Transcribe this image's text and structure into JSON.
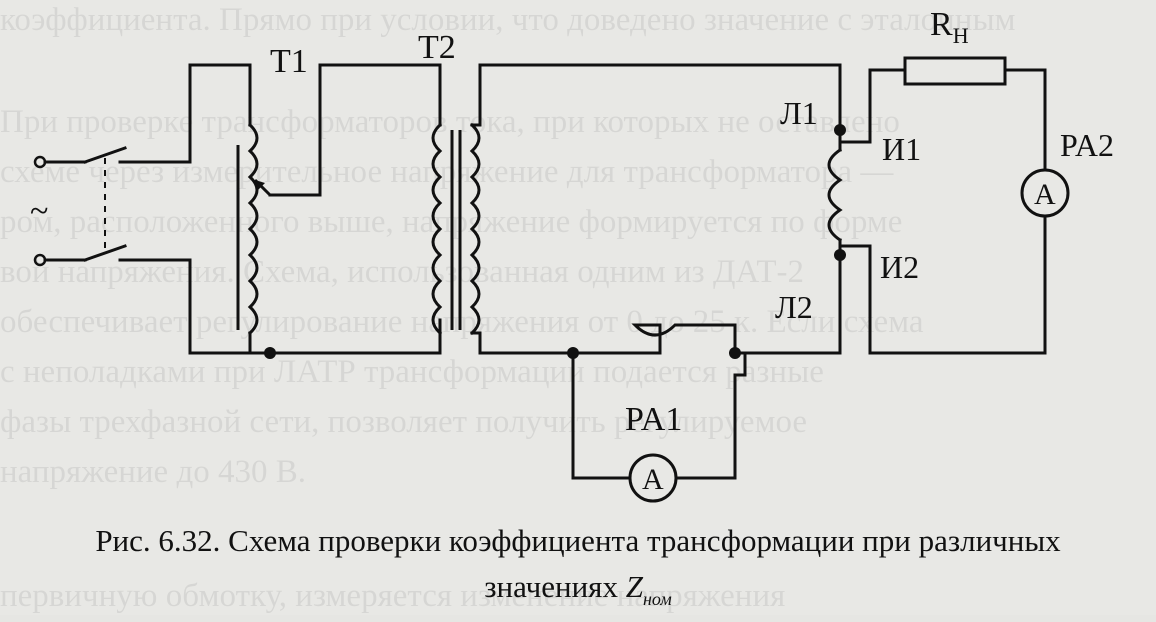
{
  "labels": {
    "t1": "T1",
    "t2": "T2",
    "rh_main": "R",
    "rh_sub": "Н",
    "l1": "Л1",
    "l2": "Л2",
    "i1": "И1",
    "i2": "И2",
    "pa1": "PA1",
    "pa2": "PA2",
    "ammeter_symbol": "A",
    "ac_symbol": "~"
  },
  "caption": {
    "line1": "Рис. 6.32. Схема проверки коэффициента трансформации при различных",
    "line2_text": "значениях ",
    "line2_var": "Z",
    "line2_sub": "ном"
  },
  "background_text": [
    "коэффициента. Прямо при условии, что доведено значение с эталонным",
    "При проверке трансформаторов тока, при которых не оставлено",
    "схеме через измерительное напряжение для трансформатора —",
    "ром, расположенного выше, напряжение формируется по форме",
    "вой напряжения. Схема, использованная одним из ДАТ-2",
    "обеспечивает регулирование напряжения от 0 до 25 к. Если схема",
    "с неполадками при ЛАТР трансформации подается разные",
    "фазы трехфазной сети, позволяет получить регулируемое",
    "напряжение до 430 В.",
    "первичную обмотку, измеряется изменение напряжения"
  ]
}
